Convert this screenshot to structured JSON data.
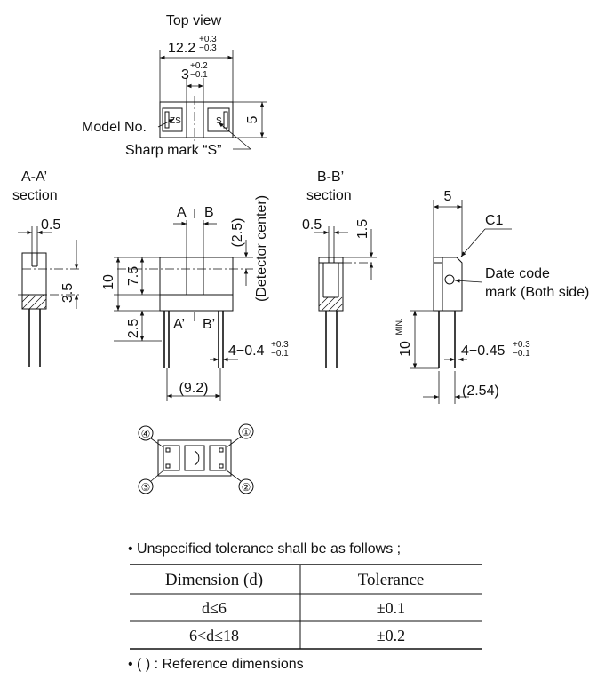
{
  "top_view": {
    "title": "Top view",
    "width_value": "12.2",
    "width_tol_plus": "+0.3",
    "width_tol_minus": "−0.3",
    "gap_value": "3",
    "gap_tol_plus": "+0.2",
    "gap_tol_minus": "−0.1",
    "height_value": "5",
    "model_label": "Model No.",
    "sharp_label": "Sharp mark “S”",
    "mark_left": "ZS",
    "mark_right": "S"
  },
  "section_aa": {
    "title_line1": "A-A’",
    "title_line2": "section",
    "dim_width": "0.5",
    "dim_height": "3.5"
  },
  "front_view": {
    "label_a": "A",
    "label_b": "B",
    "label_a_prime": "A’",
    "label_b_prime": "B’",
    "detector_offset": "(2.5)",
    "detector_label": "(Detector center)",
    "dim_total": "10",
    "dim_upper": "7.5",
    "dim_lower": "2.5",
    "pins_value": "4−0.4",
    "pins_tol_plus": "+0.3",
    "pins_tol_minus": "−0.1",
    "pin_span": "(9.2)"
  },
  "section_bb": {
    "title_line1": "B-B’",
    "title_line2": "section",
    "dim_width": "0.5",
    "dim_height": "1.5"
  },
  "side_view": {
    "dim_width": "5",
    "chamfer": "C1",
    "date_code_line1": "Date code",
    "date_code_line2": "mark (Both side)",
    "lead_length": "10",
    "lead_length_sup": "MIN.",
    "pins_value": "4−0.45",
    "pins_tol_plus": "+0.3",
    "pins_tol_minus": "−0.1",
    "pitch": "(2.54)"
  },
  "pin_view": {
    "pins": [
      "①",
      "②",
      "③",
      "④"
    ]
  },
  "tolerance": {
    "note": "• Unspecified tolerance shall be as follows ;",
    "headers": [
      "Dimension (d)",
      "Tolerance"
    ],
    "rows": [
      [
        "d≤6",
        "±0.1"
      ],
      [
        "6<d≤18",
        "±0.2"
      ]
    ],
    "ref_note": "• ( ) : Reference dimensions"
  }
}
